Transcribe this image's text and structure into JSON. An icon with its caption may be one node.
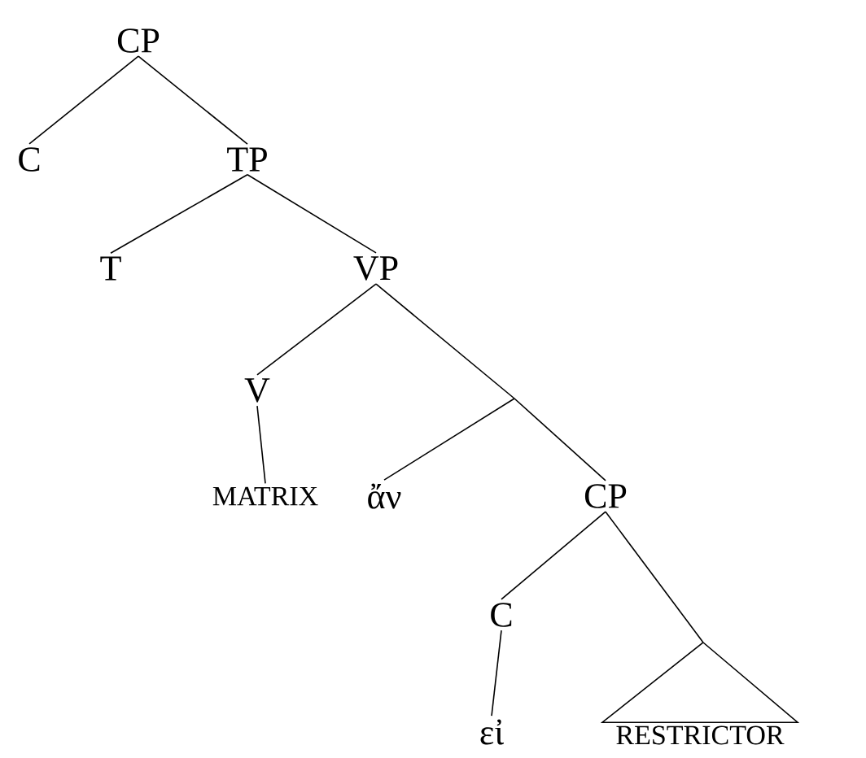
{
  "diagram": {
    "nodes": [
      {
        "text": [
          "CP"
        ]
      },
      {
        "text": [
          "C"
        ]
      },
      {
        "text": [
          "TP"
        ]
      },
      {
        "text": [
          "T"
        ]
      },
      {
        "text": [
          "VP"
        ]
      },
      {
        "text": [
          "V"
        ]
      },
      {
        "text": [
          "MATRIX"
        ]
      },
      {
        "text": [
          "ἄν"
        ]
      },
      {
        "text": [
          "CP"
        ]
      },
      {
        "text": [
          "C"
        ]
      },
      {
        "text": [
          "εἰ"
        ]
      },
      {
        "text": [
          "RESTRICTOR"
        ]
      }
    ],
    "edges": [
      {
        "from": 0,
        "to": 1,
        "arrow": "none"
      },
      {
        "from": 0,
        "to": 2,
        "arrow": "none"
      },
      {
        "from": 2,
        "to": 3,
        "arrow": "none"
      },
      {
        "from": 2,
        "to": 4,
        "arrow": "none"
      },
      {
        "from": 4,
        "to": 5,
        "arrow": "none"
      },
      {
        "from": 4,
        "to": 7,
        "arrow": "none"
      },
      {
        "from": 4,
        "to": 8,
        "arrow": "none"
      },
      {
        "from": 5,
        "to": 6,
        "arrow": "none"
      },
      {
        "from": 8,
        "to": 9,
        "arrow": "none"
      },
      {
        "from": 8,
        "to": 11,
        "arrow": "none"
      },
      {
        "from": 9,
        "to": 10,
        "arrow": "none"
      }
    ]
  }
}
